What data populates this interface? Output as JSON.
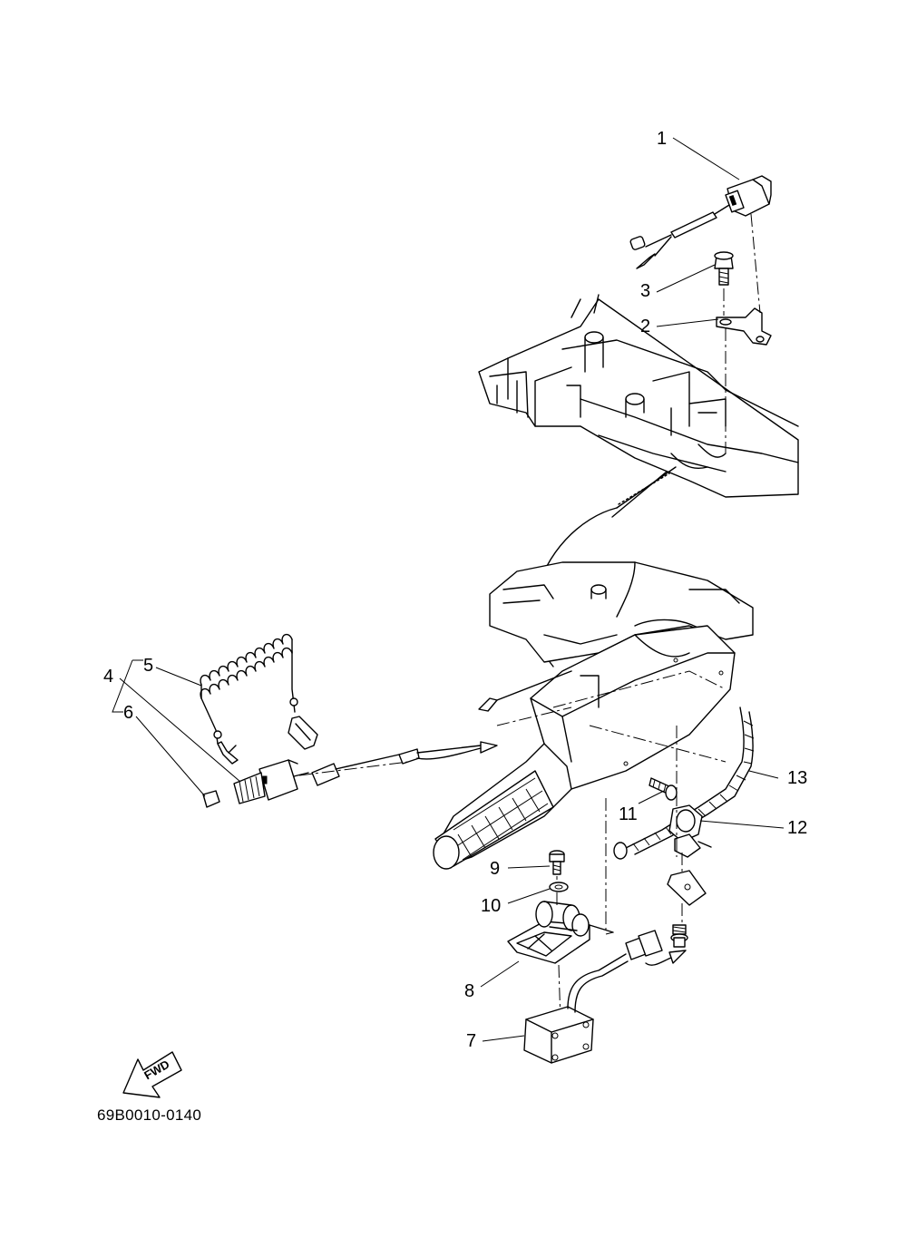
{
  "parts": [
    {
      "num": "1"
    },
    {
      "num": "2"
    },
    {
      "num": "3"
    },
    {
      "num": "4"
    },
    {
      "num": "5"
    },
    {
      "num": "6"
    },
    {
      "num": "7"
    },
    {
      "num": "8"
    },
    {
      "num": "9"
    },
    {
      "num": "10"
    },
    {
      "num": "11"
    },
    {
      "num": "12"
    },
    {
      "num": "13"
    }
  ],
  "direction_badge": {
    "label": "FWD",
    "icon": "forward-arrow-icon"
  },
  "diagram_code": "69B0010-0140"
}
